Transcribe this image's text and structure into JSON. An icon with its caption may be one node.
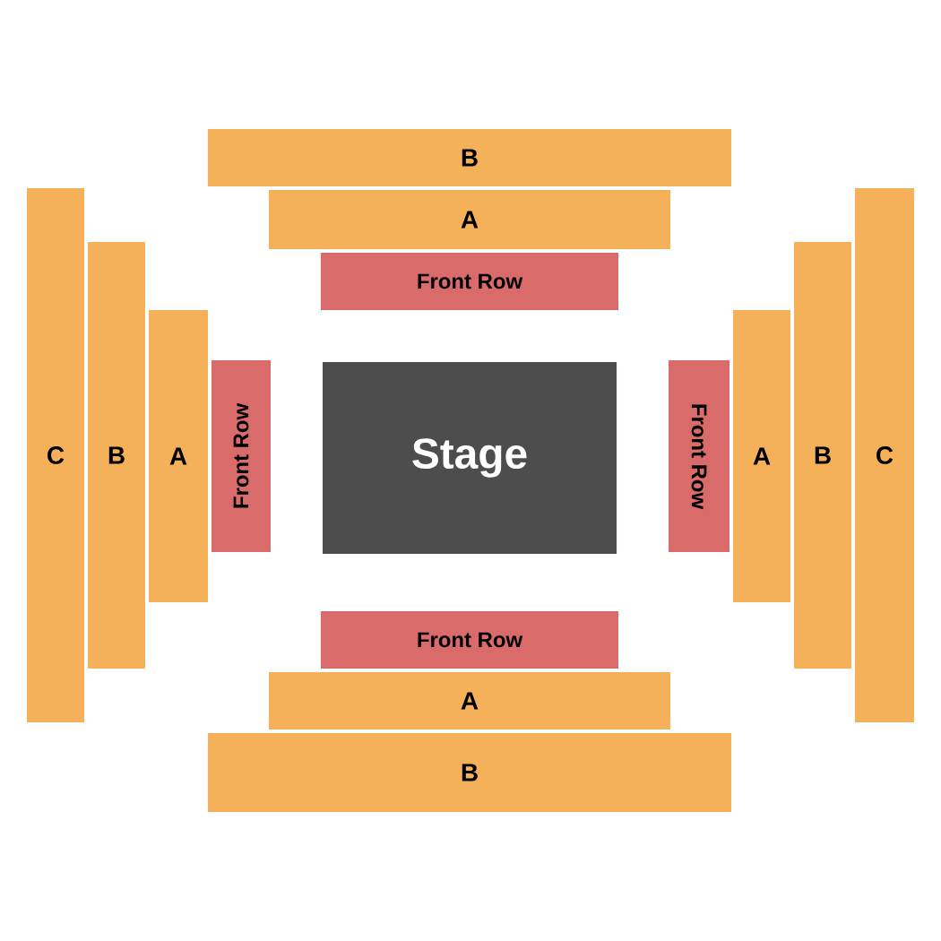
{
  "diagram": {
    "nodes": [
      {
        "text": [
          "B"
        ]
      },
      {
        "text": [
          "A"
        ]
      },
      {
        "text": [
          "Front Row"
        ]
      },
      {
        "text": [
          "C"
        ]
      },
      {
        "text": [
          "B"
        ]
      },
      {
        "text": [
          "A"
        ]
      },
      {
        "text": [
          "Front Row"
        ]
      },
      {
        "text": [
          "Stage"
        ]
      },
      {
        "text": [
          "Front Row"
        ]
      },
      {
        "text": [
          "A"
        ]
      },
      {
        "text": [
          "B"
        ]
      },
      {
        "text": [
          "C"
        ]
      },
      {
        "text": [
          "Front Row"
        ]
      },
      {
        "text": [
          "A"
        ]
      },
      {
        "text": [
          "B"
        ]
      }
    ]
  }
}
